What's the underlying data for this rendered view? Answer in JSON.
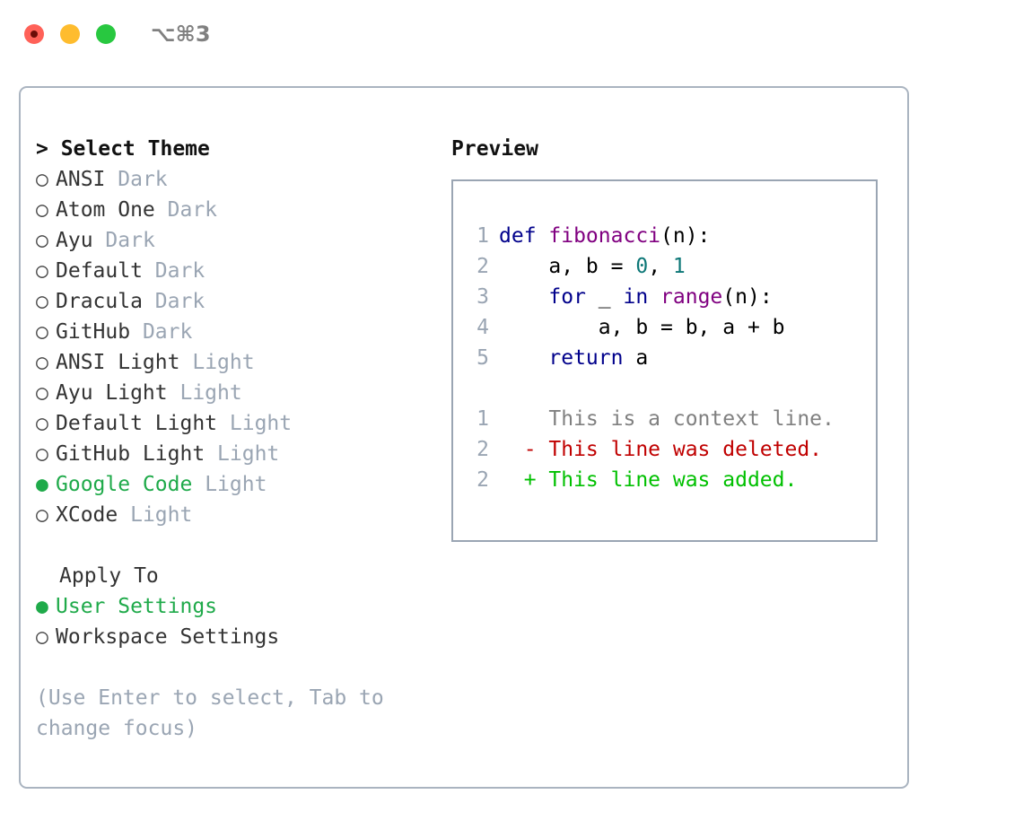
{
  "titlebar": {
    "shortcut": "⌥⌘3",
    "buttons": [
      {
        "name": "close",
        "color": "#ff6158"
      },
      {
        "name": "minimize",
        "color": "#febc2e"
      },
      {
        "name": "maximize",
        "color": "#28c840"
      }
    ]
  },
  "theme_picker": {
    "header": "> Select Theme",
    "selected_bullet": "●",
    "unselected_bullet": "○",
    "accent_color": "#1faa4a",
    "tag_color": "#9aa5b3",
    "items": [
      {
        "name": "ANSI",
        "tag": "Dark",
        "selected": false
      },
      {
        "name": "Atom One",
        "tag": "Dark",
        "selected": false
      },
      {
        "name": "Ayu",
        "tag": "Dark",
        "selected": false
      },
      {
        "name": "Default",
        "tag": "Dark",
        "selected": false
      },
      {
        "name": "Dracula",
        "tag": "Dark",
        "selected": false
      },
      {
        "name": "GitHub",
        "tag": "Dark",
        "selected": false
      },
      {
        "name": "ANSI Light",
        "tag": "Light",
        "selected": false
      },
      {
        "name": "Ayu Light",
        "tag": "Light",
        "selected": false
      },
      {
        "name": "Default Light",
        "tag": "Light",
        "selected": false
      },
      {
        "name": "GitHub Light",
        "tag": "Light",
        "selected": false
      },
      {
        "name": "Google Code",
        "tag": "Light",
        "selected": true
      },
      {
        "name": "XCode",
        "tag": "Light",
        "selected": false
      }
    ]
  },
  "apply_to": {
    "header": "Apply To",
    "items": [
      {
        "name": "User Settings",
        "selected": true
      },
      {
        "name": "Workspace Settings",
        "selected": false
      }
    ]
  },
  "hint": "(Use Enter to select, Tab to change focus)",
  "preview": {
    "header": "Preview",
    "code_lines": [
      {
        "number": "1",
        "tokens": [
          {
            "text": "def ",
            "type": "kw"
          },
          {
            "text": "fibonacci",
            "type": "fn"
          },
          {
            "text": "(n):",
            "type": "punc"
          }
        ]
      },
      {
        "number": "2",
        "tokens": [
          {
            "text": "    a, b = ",
            "type": "plain"
          },
          {
            "text": "0",
            "type": "num"
          },
          {
            "text": ", ",
            "type": "plain"
          },
          {
            "text": "1",
            "type": "num"
          }
        ]
      },
      {
        "number": "3",
        "tokens": [
          {
            "text": "    ",
            "type": "plain"
          },
          {
            "text": "for",
            "type": "kw"
          },
          {
            "text": " _ ",
            "type": "plain"
          },
          {
            "text": "in",
            "type": "kw"
          },
          {
            "text": " ",
            "type": "plain"
          },
          {
            "text": "range",
            "type": "fn"
          },
          {
            "text": "(n):",
            "type": "punc"
          }
        ]
      },
      {
        "number": "4",
        "tokens": [
          {
            "text": "        a, b = b, a + b",
            "type": "plain"
          }
        ]
      },
      {
        "number": "5",
        "tokens": [
          {
            "text": "    ",
            "type": "plain"
          },
          {
            "text": "return",
            "type": "kw"
          },
          {
            "text": " a",
            "type": "plain"
          }
        ]
      }
    ],
    "diff_lines": [
      {
        "number": "1",
        "marker": " ",
        "text": " This is a context line.",
        "kind": "ctx"
      },
      {
        "number": "2",
        "marker": "-",
        "text": " This line was deleted.",
        "kind": "del"
      },
      {
        "number": "2",
        "marker": "+",
        "text": " This line was added.",
        "kind": "add"
      }
    ],
    "diff_colors": {
      "context": "#808080",
      "deleted": "#c00000",
      "added": "#00c000"
    },
    "syntax_colors": {
      "keyword": "#00008b",
      "function": "#800080",
      "number": "#0d7777",
      "plain": "#000000",
      "line_number": "#9aa5b3"
    }
  }
}
